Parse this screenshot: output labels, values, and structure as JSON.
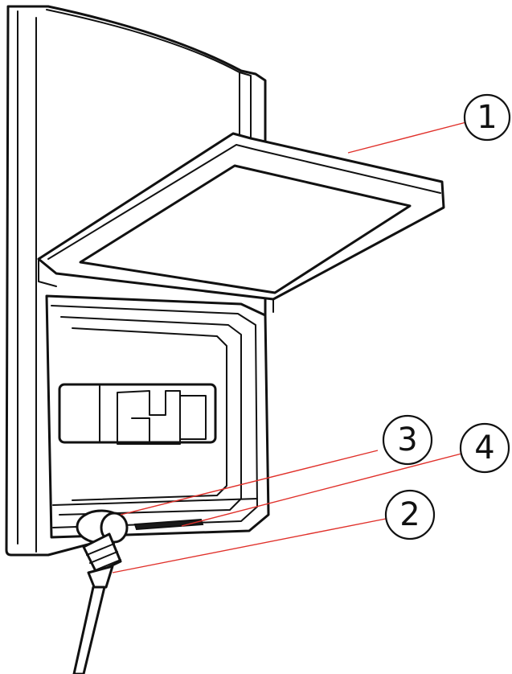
{
  "callouts": [
    {
      "id": "callout-1",
      "number": "1"
    },
    {
      "id": "callout-2",
      "number": "2"
    },
    {
      "id": "callout-3",
      "number": "3"
    },
    {
      "id": "callout-4",
      "number": "4"
    }
  ],
  "colors": {
    "leader_line": "#e0302a",
    "outline": "#111111",
    "background": "#ffffff"
  }
}
